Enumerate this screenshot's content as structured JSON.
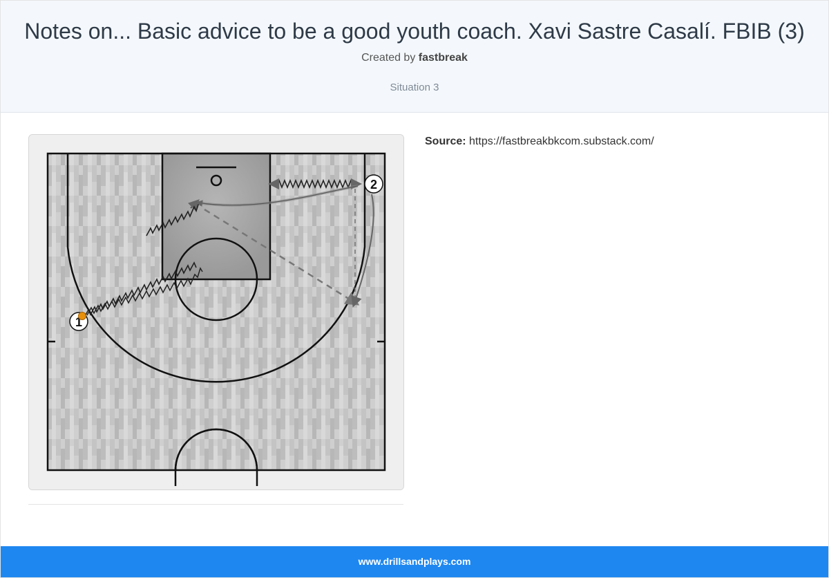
{
  "header": {
    "title": "Notes on... Basic advice to be a good youth coach. Xavi Sastre Casalí. FBIB (3)",
    "created_by_label": "Created by",
    "author": "fastbreak",
    "situation": "Situation 3"
  },
  "source": {
    "label": "Source:",
    "url": "https://fastbreakbkcom.substack.com/"
  },
  "diagram": {
    "players": [
      {
        "label": "1",
        "has_ball": true
      },
      {
        "label": "2",
        "has_ball": false
      }
    ],
    "actions": [
      "dribble",
      "dribble",
      "cut",
      "pass",
      "screen-move"
    ]
  },
  "footer": {
    "site": "www.drillsandplays.com"
  },
  "colors": {
    "header_bg": "#f4f8fc",
    "footer_bg": "#1e87f0",
    "ball": "#e8900c"
  }
}
